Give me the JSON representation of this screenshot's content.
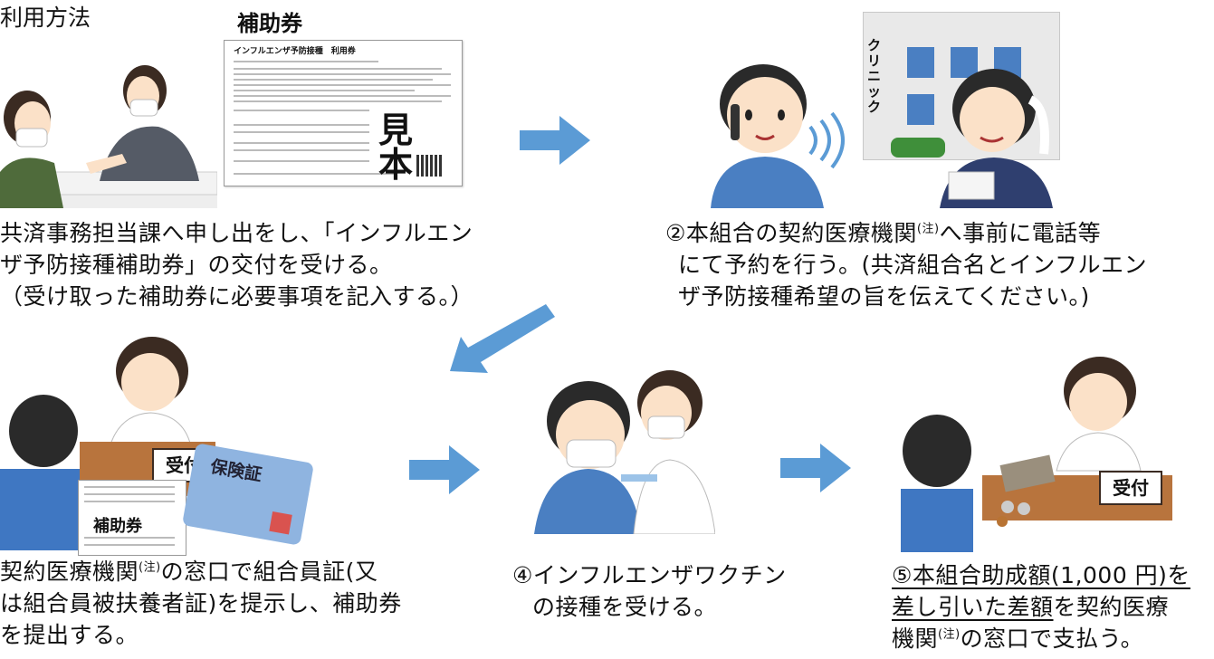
{
  "header": {
    "title": "利用方法",
    "coupon_heading": "補助券"
  },
  "coupon": {
    "doc_title": "インフルエンザ予防接種　利用券",
    "stamp": "見本",
    "small_label": "補助券"
  },
  "signs": {
    "clinic": "クリニック",
    "reception_1": "受付",
    "reception_2": "受付",
    "insurance_card": "保険証"
  },
  "steps": [
    {
      "lines": [
        "共済事務担当課へ申し出をし、「インフルエン",
        "ザ予防接種補助券」の交付を受ける。",
        "（受け取った補助券に必要事項を記入する。）"
      ]
    },
    {
      "line1_pre": "②本組合の契約医療機関",
      "note": "(注)",
      "line1_post": "へ事前に電話等",
      "line2": "にて予約を行う。(共済組合名とインフルエン",
      "line3": "ザ予防接種希望の旨を伝えてください。)"
    },
    {
      "line1_pre": "契約医療機関",
      "note": "(注)",
      "line1_post": "の窓口で組合員証(又",
      "line2": "は組合員被扶養者証)を提示し、補助券",
      "line3": "を提出する。"
    },
    {
      "line1": "④インフルエンザワクチン",
      "line2": "の接種を受ける。"
    },
    {
      "line1": "⑤本組合助成額(1,000 円)を",
      "line2_u": "差し引いた差額",
      "line2_rest": "を契約医療",
      "line3_pre": "機関",
      "note": "(注)",
      "line3_post": "の窓口で支払う。"
    }
  ],
  "colors": {
    "arrow": "#5b9bd5",
    "building": "#e9e9e9",
    "window": "#4a7fc2",
    "desk": "#b8743d"
  }
}
